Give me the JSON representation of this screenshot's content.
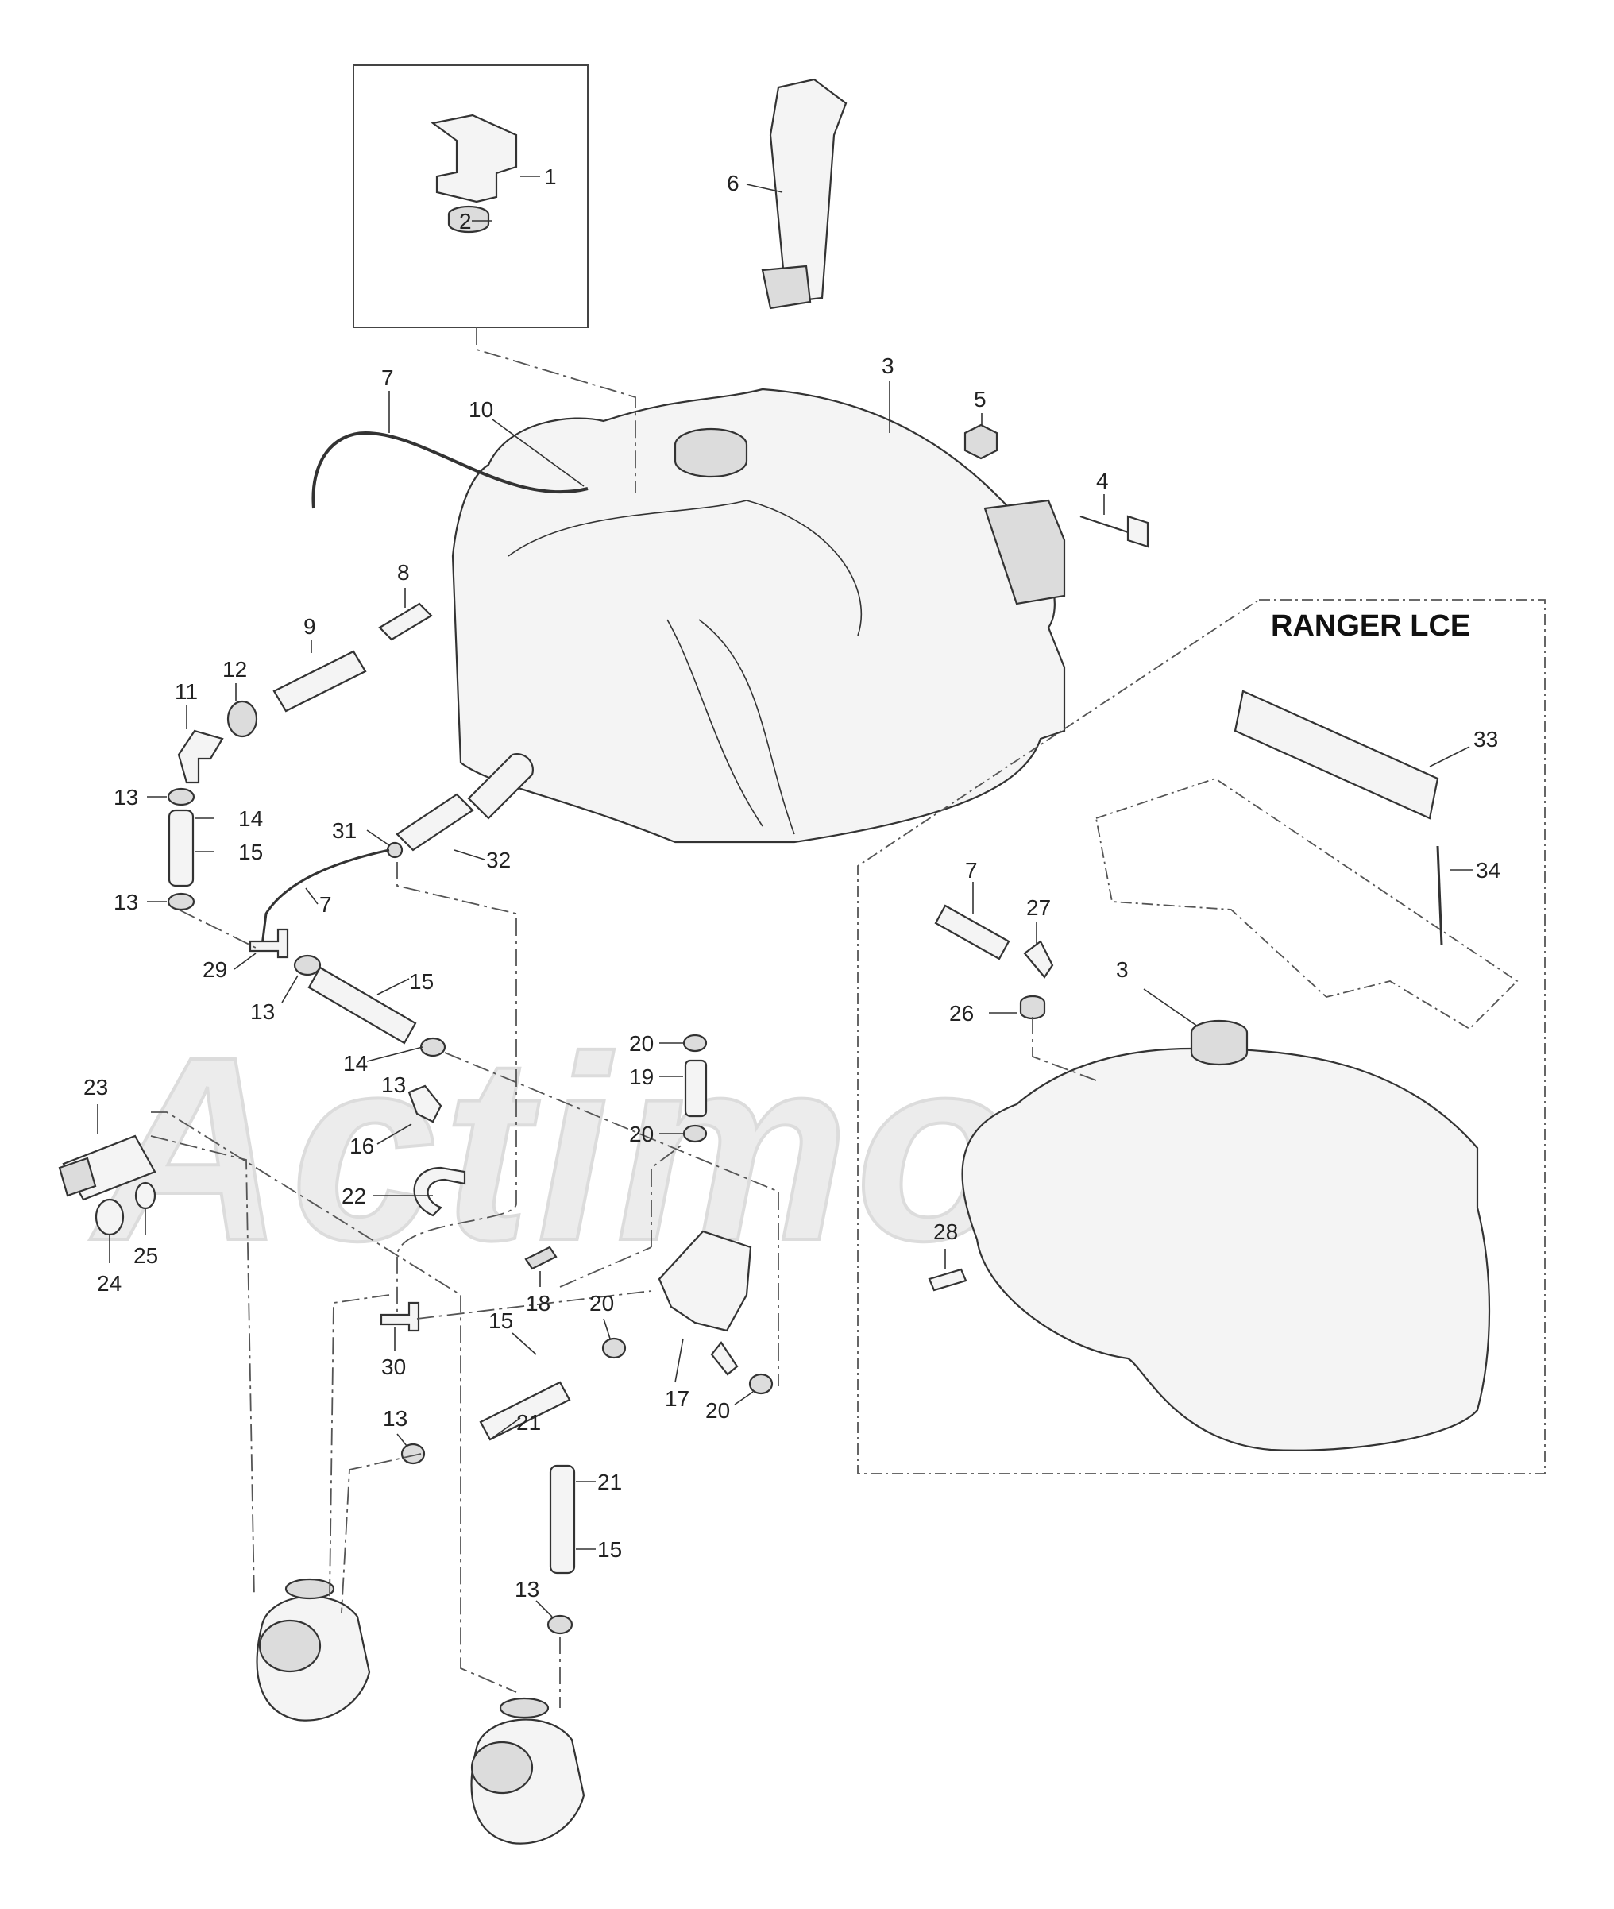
{
  "watermark": "Actimoto",
  "inset": {
    "title": "RANGER LCE"
  },
  "callouts": [
    "1",
    "2",
    "3",
    "4",
    "5",
    "6",
    "7",
    "8",
    "9",
    "10",
    "11",
    "12",
    "13",
    "14",
    "15",
    "16",
    "17",
    "18",
    "19",
    "20",
    "21",
    "22",
    "23",
    "24",
    "25",
    "26",
    "27",
    "28",
    "29",
    "30",
    "31",
    "32",
    "33",
    "34"
  ]
}
